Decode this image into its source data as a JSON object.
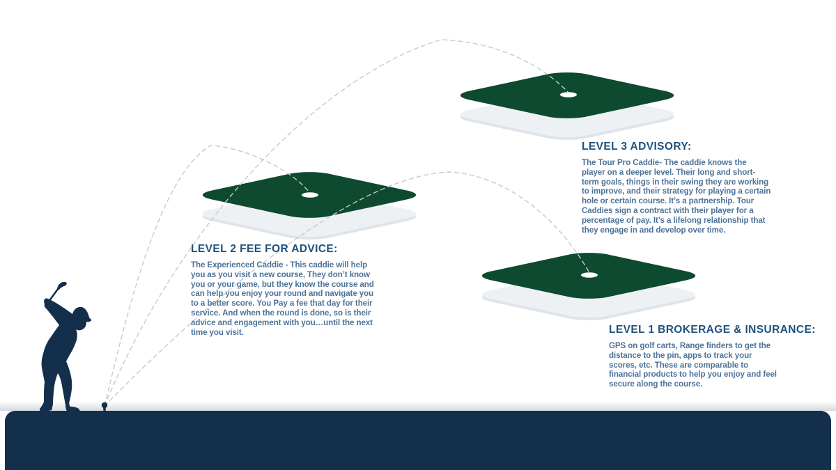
{
  "colors": {
    "navy": "#142f4c",
    "green": "#0e4a2f",
    "heading_blue": "#1e527c",
    "body_blue": "#4e7398",
    "platform_side": "#eef1f4",
    "platform_side_shadow": "#dfe4e9",
    "dash_gray": "#c7c9cc",
    "background": "#ffffff"
  },
  "scene": {
    "golfer_icon": "golfer-backswing-silhouette",
    "ball_icon": "golf-ball-on-tee",
    "platform_icons": [
      "level-3-floating-green",
      "level-2-floating-green",
      "level-1-floating-green"
    ],
    "trajectories": [
      "arc-to-level-2",
      "arc-to-level-3",
      "arc-to-level-1"
    ]
  },
  "sections": {
    "level3": {
      "title": "LEVEL 3 ADVISORY:",
      "body": "The Tour Pro Caddie- The caddie knows the player on a deeper level. Their long and short-term goals, things in their swing they are working to improve, and their strategy for playing a certain hole or certain course. It’s a partnership. Tour Caddies sign a contract with their player for a percentage of pay. It’s a lifelong relationship that they engage in and develop over time."
    },
    "level2": {
      "title": "LEVEL 2 FEE FOR ADVICE:",
      "body": "The Experienced Caddie - This caddie will help you as you visit a new course, They don’t know you or your game, but they know the course and can help you enjoy your round and navigate you to a better score. You Pay a fee that day for their service. And when the round is done, so is their advice and engagement with you…until the next time you visit."
    },
    "level1": {
      "title": "LEVEL 1 BROKERAGE & INSURANCE:",
      "body": "GPS on golf carts, Range finders to get the distance to the pin, apps to track your scores, etc. These are comparable to financial products to help you enjoy and feel secure along the course."
    }
  }
}
